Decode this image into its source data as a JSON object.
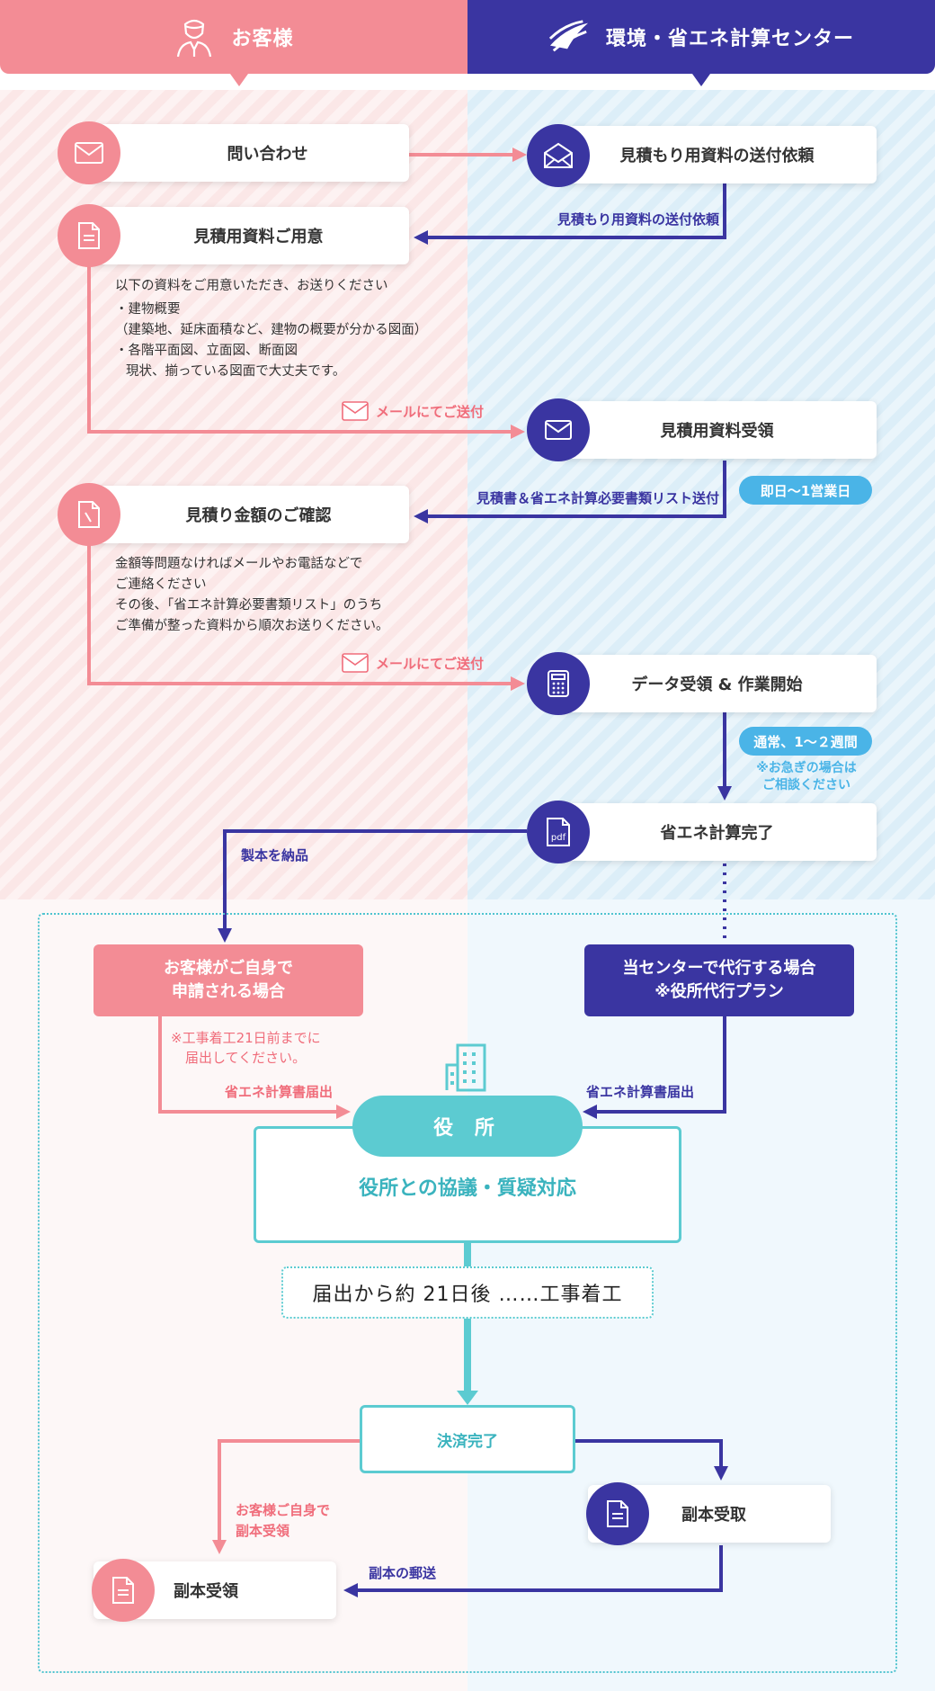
{
  "header": {
    "customer_label": "お客様",
    "center_label": "環境・省エネ計算センター"
  },
  "steps": {
    "inquiry": "問い合わせ",
    "request_docs": "見積もり用資料の送付依頼",
    "request_docs_arrow": "見積もり用資料の送付依頼",
    "prepare_docs": "見積用資料ご用意",
    "prepare_note": [
      "以下の資料をご用意いただき、お送りください",
      "・建物概要",
      "（建築地、延床面積など、建物の概要が分かる図面）",
      "・各階平面図、立面図、断面図",
      "現状、揃っている図面で大丈夫です。"
    ],
    "mail_send_1": "メールにてご送付",
    "receive_docs": "見積用資料受領",
    "lead_time_1": "即日〜1営業日",
    "estimate_arrow": "見積書＆省エネ計算必要書類リスト送付",
    "confirm_estimate": "見積り金額のご確認",
    "confirm_note": [
      "金額等問題なければメールやお電話などで",
      "ご連絡ください",
      "その後、「省エネ計算必要書類リスト」のうち",
      "ご準備が整った資料から順次お送りください。"
    ],
    "mail_send_2": "メールにてご送付",
    "data_receive": "データ受領 & 作業開始",
    "lead_time_2": "通常、1〜２週間",
    "rush_note": [
      "※お急ぎの場合は",
      "ご相談ください"
    ],
    "calc_done": "省エネ計算完了",
    "deliver_book": "製本を納品"
  },
  "branches": {
    "self_apply": [
      "お客様がご自身で",
      "申請される場合"
    ],
    "self_note": [
      "※工事着工21日前までに",
      "届出してください。"
    ],
    "proxy_apply": [
      "当センターで代行する場合",
      "※役所代行プラン"
    ],
    "submit_left": "省エネ計算書届出",
    "submit_right": "省エネ計算書届出"
  },
  "office": {
    "title": "役 所",
    "consult": "役所との協議・質疑対応",
    "start_work": "届出から約 21日後 ……工事着工",
    "settled": "決済完了",
    "copy_receive_center": "副本受取",
    "self_copy_note": [
      "お客様ご自身で",
      "副本受領"
    ],
    "copy_mail": "副本の郵送",
    "copy_receive_customer": "副本受領"
  },
  "colors": {
    "pink": "#f38c95",
    "navy": "#3a35a1",
    "teal": "#5ccbd1",
    "sky": "#4ab4e7"
  }
}
